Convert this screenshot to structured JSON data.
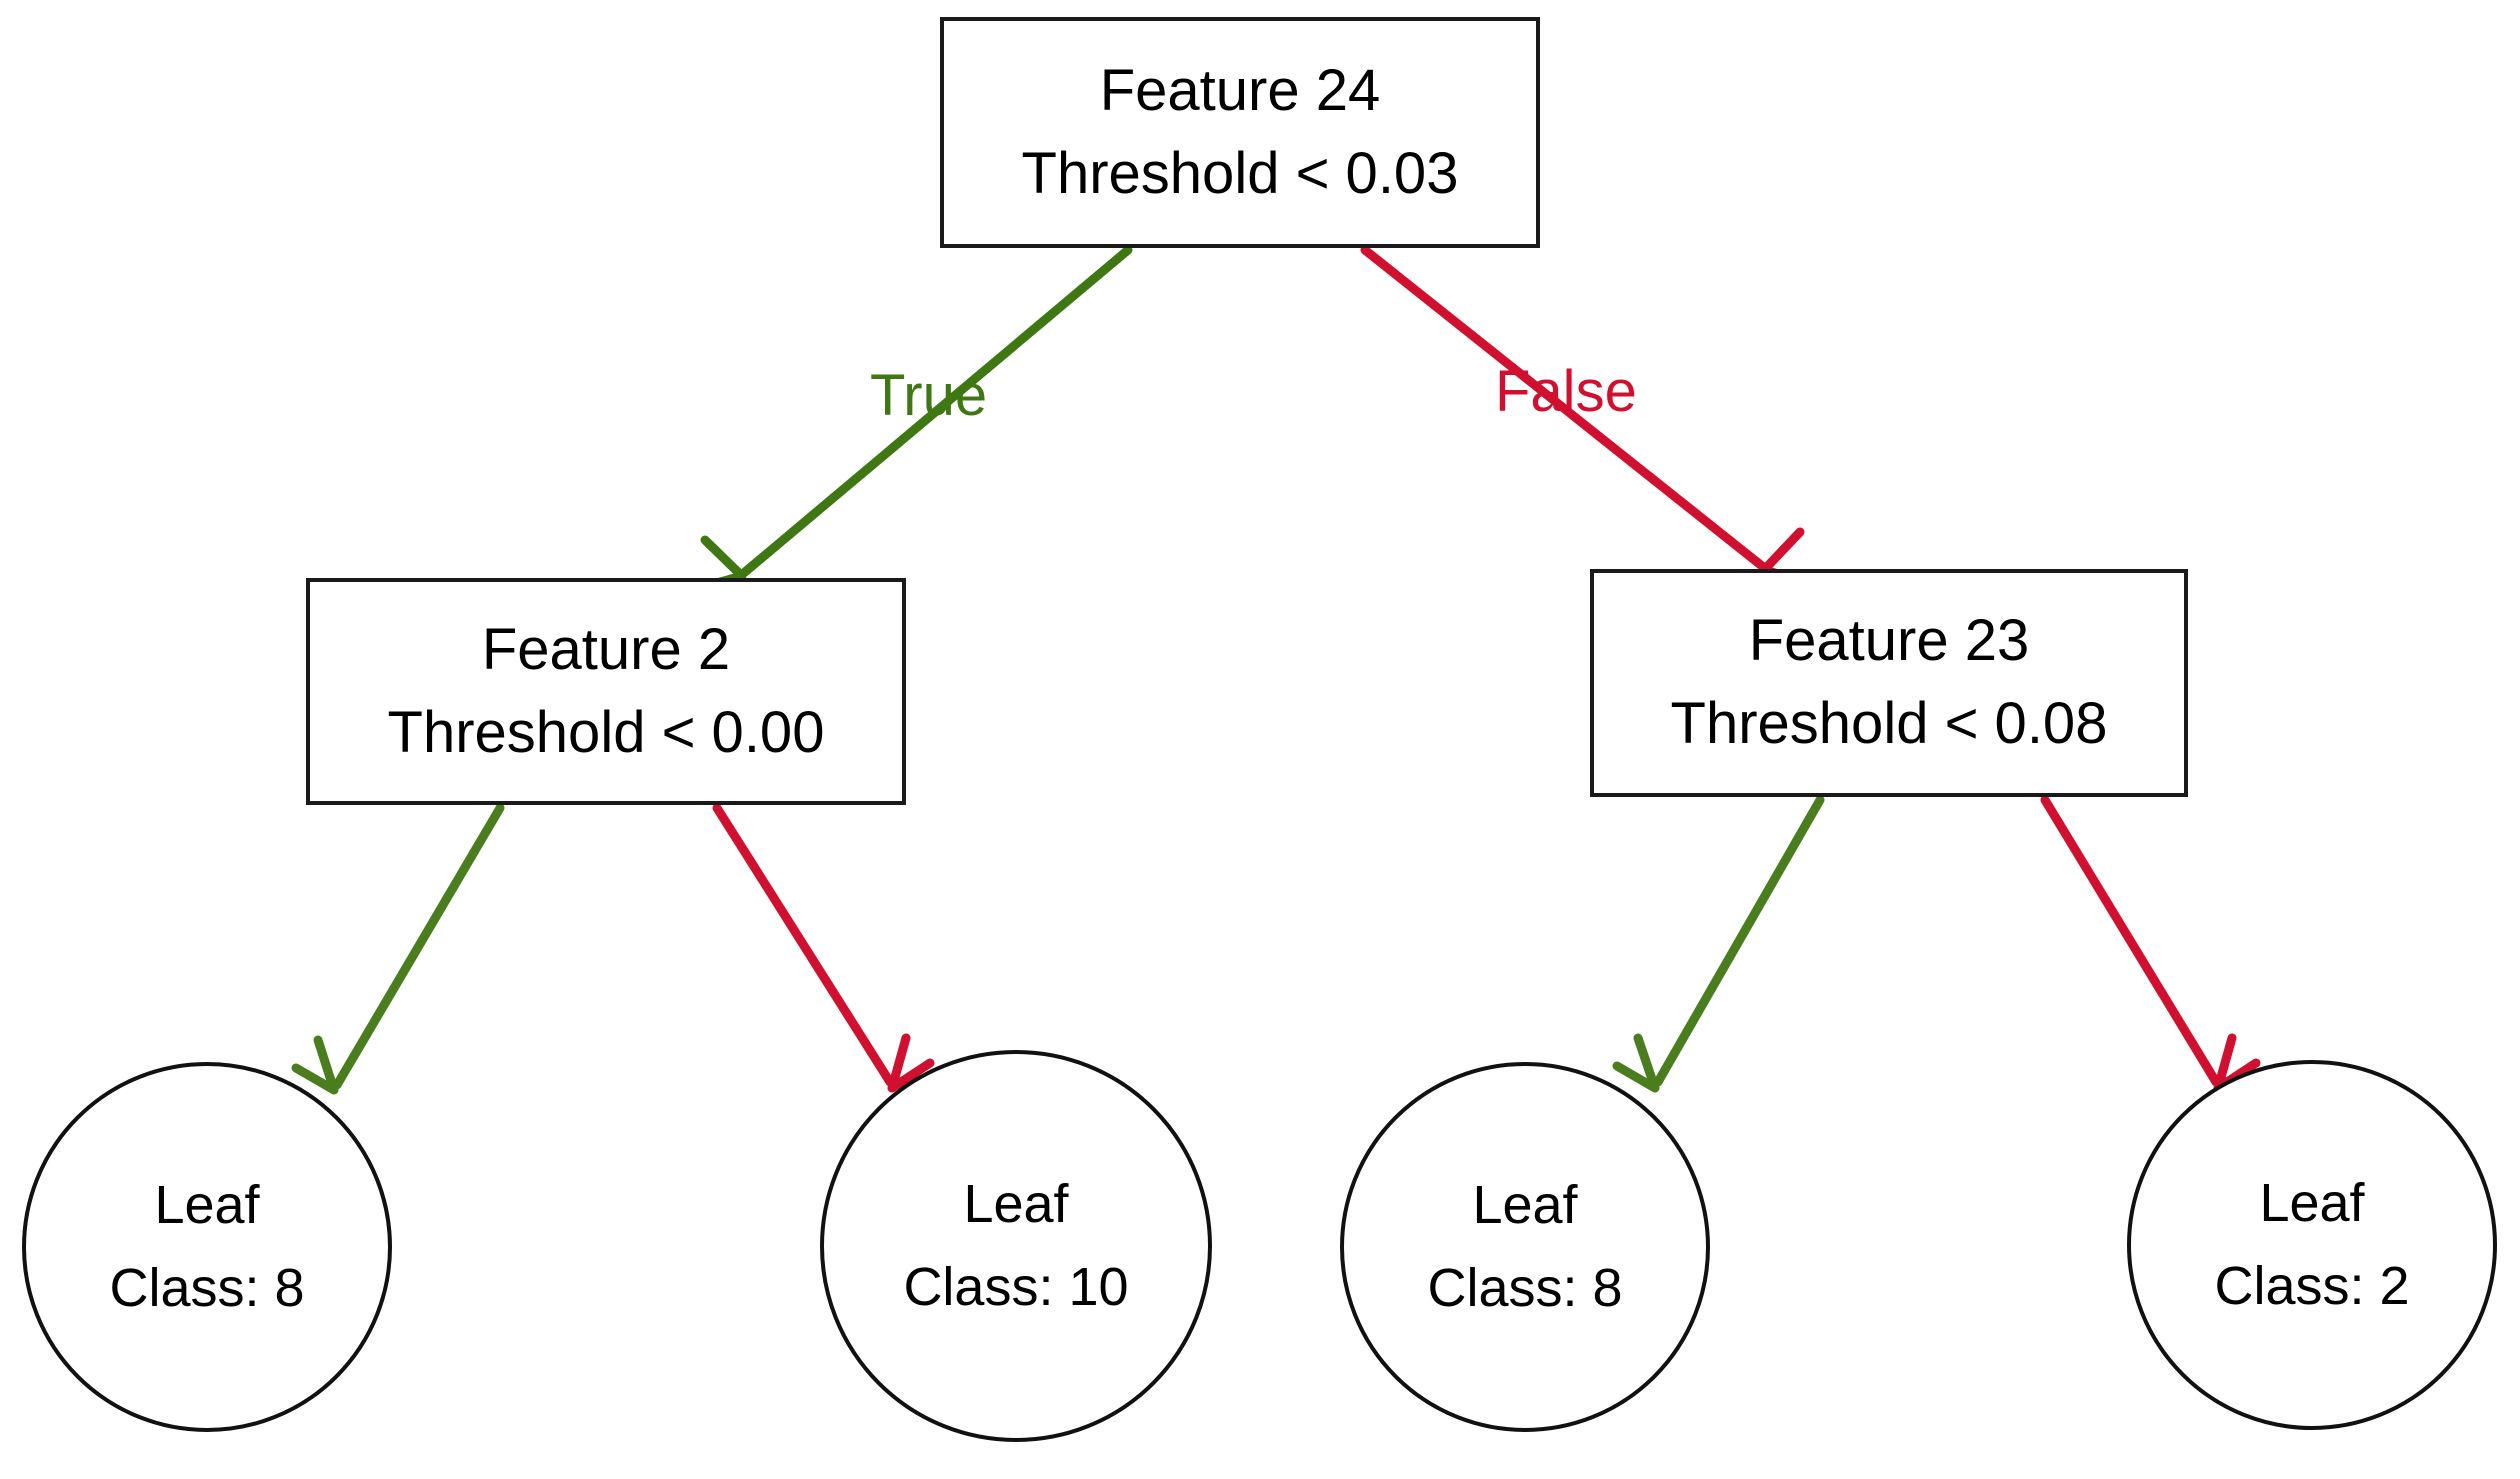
{
  "diagram": {
    "type": "decision-tree",
    "title": "Decision Tree",
    "colors": {
      "true_branch": "#3f7713",
      "false_branch": "#d11030",
      "node_border": "#1a1a1a",
      "node_fill": "#ffffff",
      "text": "#000000",
      "background": "#ffffff"
    },
    "nodes": {
      "root": {
        "id": "root",
        "shape": "rectangle",
        "feature_label": "Feature 24",
        "threshold_label": "Threshold < 0.03"
      },
      "left_internal": {
        "id": "left_internal",
        "shape": "rectangle",
        "feature_label": "Feature 2",
        "threshold_label": "Threshold < 0.00"
      },
      "right_internal": {
        "id": "right_internal",
        "shape": "rectangle",
        "feature_label": "Feature 23",
        "threshold_label": "Threshold < 0.08"
      },
      "leaf_1": {
        "id": "leaf_1",
        "shape": "circle",
        "title": "Leaf",
        "class_label": "Class: 8"
      },
      "leaf_2": {
        "id": "leaf_2",
        "shape": "circle",
        "title": "Leaf",
        "class_label": "Class: 10"
      },
      "leaf_3": {
        "id": "leaf_3",
        "shape": "circle",
        "title": "Leaf",
        "class_label": "Class: 8"
      },
      "leaf_4": {
        "id": "leaf_4",
        "shape": "circle",
        "title": "Leaf",
        "class_label": "Class: 2"
      }
    },
    "edges": [
      {
        "from": "root",
        "to": "left_internal",
        "label": "True",
        "branch": "true"
      },
      {
        "from": "root",
        "to": "right_internal",
        "label": "False",
        "branch": "false"
      },
      {
        "from": "left_internal",
        "to": "leaf_1",
        "label": "",
        "branch": "true"
      },
      {
        "from": "left_internal",
        "to": "leaf_2",
        "label": "",
        "branch": "false"
      },
      {
        "from": "right_internal",
        "to": "leaf_3",
        "label": "",
        "branch": "true"
      },
      {
        "from": "right_internal",
        "to": "leaf_4",
        "label": "",
        "branch": "false"
      }
    ],
    "edge_labels": {
      "true": "True",
      "false": "False"
    }
  }
}
